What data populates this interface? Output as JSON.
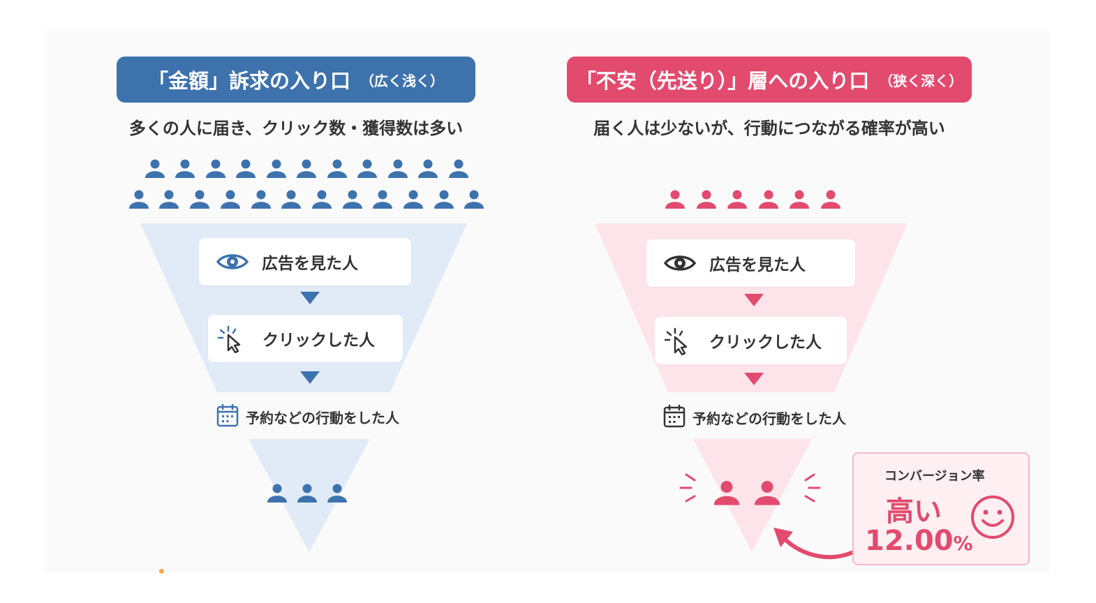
{
  "left": {
    "header_main": "「金額」訴求の入り口",
    "header_sub": "（広く浅く）",
    "description": "多くの人に届き、クリック数・獲得数は多い",
    "stage_viewed": "広告を見た人",
    "stage_clicked": "クリックした人",
    "stage_action": "予約などの行動をした人",
    "audience_count": 23,
    "result_count": 3
  },
  "right": {
    "header_main": "「不安（先送り）」層への入り口",
    "header_sub": "（狭く深く）",
    "description": "届く人は少ないが、行動につながる確率が高い",
    "stage_viewed": "広告を見た人",
    "stage_clicked": "クリックした人",
    "stage_action": "予約などの行動をした人",
    "audience_count": 6,
    "result_count": 2
  },
  "conversion": {
    "label": "コンバージョン率",
    "level": "高い",
    "value": "12.00",
    "unit": "%"
  },
  "colors": {
    "blue": "#3d72ad",
    "blue_light": "#e1ebf7",
    "pink": "#e24a6e",
    "pink_light": "#fde4ea",
    "text": "#333333"
  },
  "icons": [
    "eye-icon",
    "cursor-click-icon",
    "calendar-icon",
    "person-icon",
    "smiley-icon",
    "curved-arrow-icon"
  ]
}
